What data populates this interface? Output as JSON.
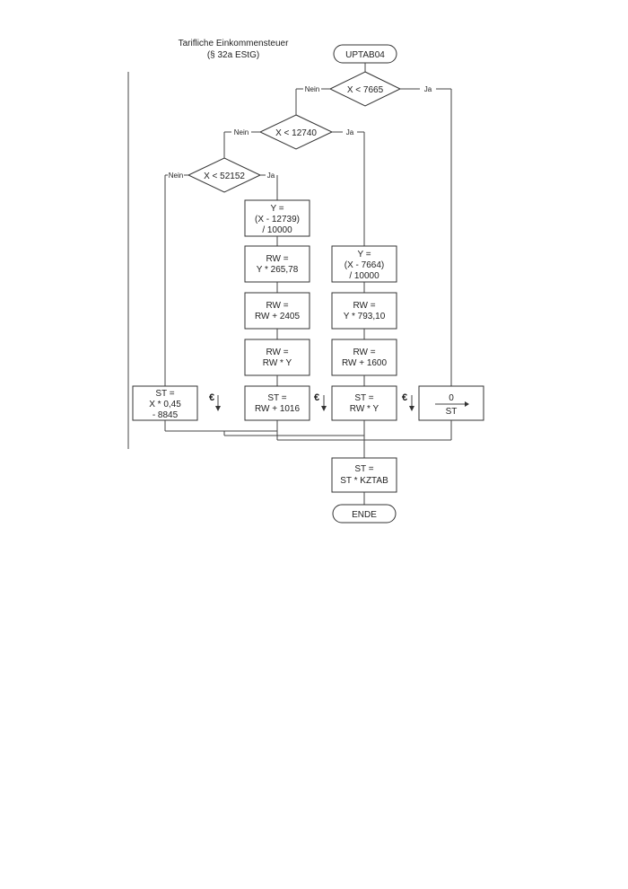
{
  "title": {
    "line1": "Tarifliche Einkommensteuer",
    "line2": "(§ 32a EStG)"
  },
  "start": "UPTAB04",
  "end": "ENDE",
  "decisions": {
    "d1": "X < 7665",
    "d2": "X < 12740",
    "d3": "X < 52152"
  },
  "branch": {
    "no": "Nein",
    "yes": "Ja"
  },
  "boxes": {
    "y_mid": [
      "Y =",
      "(X - 12739)",
      "/ 10000"
    ],
    "rw_mid1": [
      "RW =",
      "Y * 265,78"
    ],
    "rw_mid2": [
      "RW =",
      "RW + 2405"
    ],
    "rw_mid3": [
      "RW =",
      "RW * Y"
    ],
    "st_mid": [
      "ST =",
      "RW + 1016"
    ],
    "y_right": [
      "Y =",
      "(X - 7664)",
      "/ 10000"
    ],
    "rw_right1": [
      "RW =",
      "Y * 793,10"
    ],
    "rw_right2": [
      "RW =",
      "RW + 1600"
    ],
    "st_right": [
      "ST =",
      "RW * Y"
    ],
    "st_left": [
      "ST =",
      "X * 0,45",
      "- 8845"
    ],
    "zero_top": "0",
    "zero_bottom": "ST",
    "final": [
      "ST =",
      "ST * KZTAB"
    ]
  },
  "euro_symbol": "€"
}
